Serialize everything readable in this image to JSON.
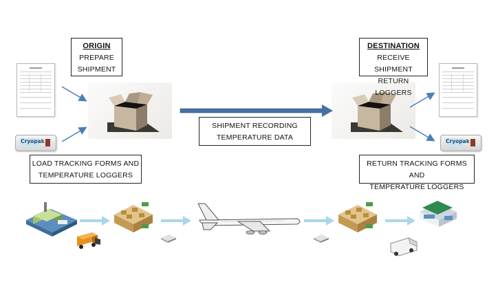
{
  "origin": {
    "heading": "ORIGIN",
    "line1": "PREPARE",
    "line2": "SHIPMENT"
  },
  "destination": {
    "heading": "DESTINATION",
    "line1": "RECEIVE SHIPMENT",
    "line2": "RETURN LOGGERS"
  },
  "transit": {
    "line1": "SHIPMENT RECORDING",
    "line2": "TEMPERATURE DATA"
  },
  "load": {
    "line1": "LOAD TRACKING FORMS AND",
    "line2": "TEMPERATURE LOGGERS"
  },
  "return_box": {
    "line1": "RETURN TRACKING FORMS AND",
    "line2": "TEMPERATURE LOGGERS"
  },
  "logger_brand": "Cryopak",
  "colors": {
    "arrow": "#4a7fb5",
    "flow_arrow": "#aad6ec",
    "border": "#222222"
  },
  "icons": [
    "tracking-form-icon",
    "temperature-logger-icon",
    "open-box-icon",
    "warehouse-icon",
    "truck-icon",
    "distribution-center-icon",
    "pallet-icon",
    "airplane-icon",
    "van-icon",
    "pharmacy-icon"
  ]
}
